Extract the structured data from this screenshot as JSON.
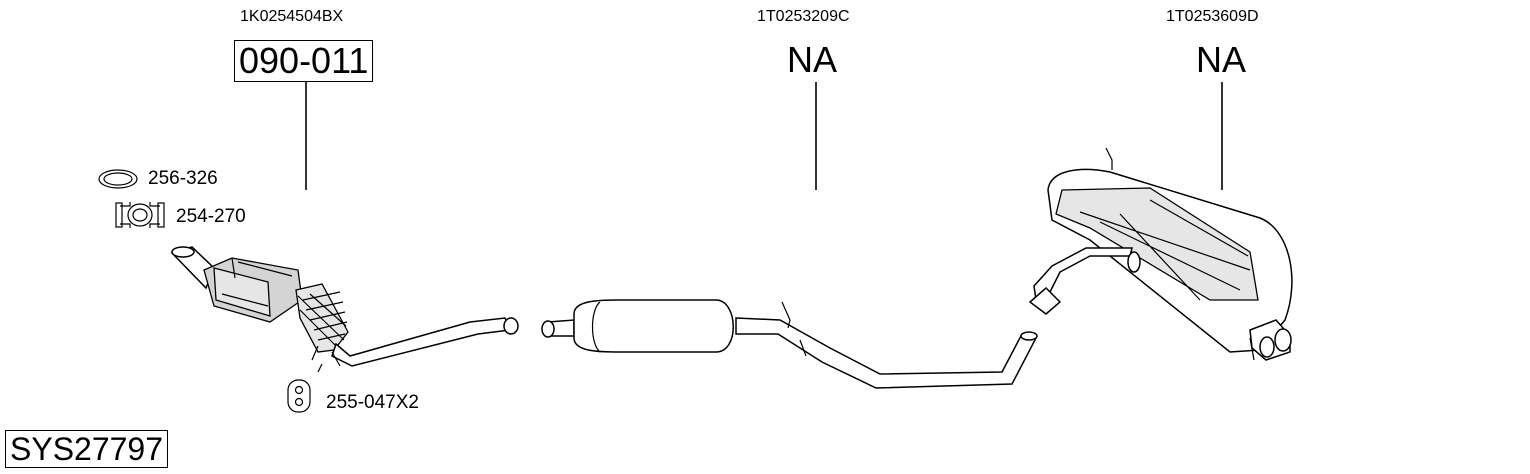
{
  "parts": [
    {
      "oe_number": "1K0254504BX",
      "part_number": "090-011"
    },
    {
      "oe_number": "1T0253209C",
      "part_number": "NA"
    },
    {
      "oe_number": "1T0253609D",
      "part_number": "NA"
    }
  ],
  "accessories": [
    {
      "part_number": "256-326",
      "icon": "gasket-ring-icon"
    },
    {
      "part_number": "254-270",
      "icon": "pipe-clamp-icon"
    },
    {
      "part_number": "255-047X2",
      "icon": "rubber-mount-icon"
    }
  ],
  "system_id": "SYS27797"
}
